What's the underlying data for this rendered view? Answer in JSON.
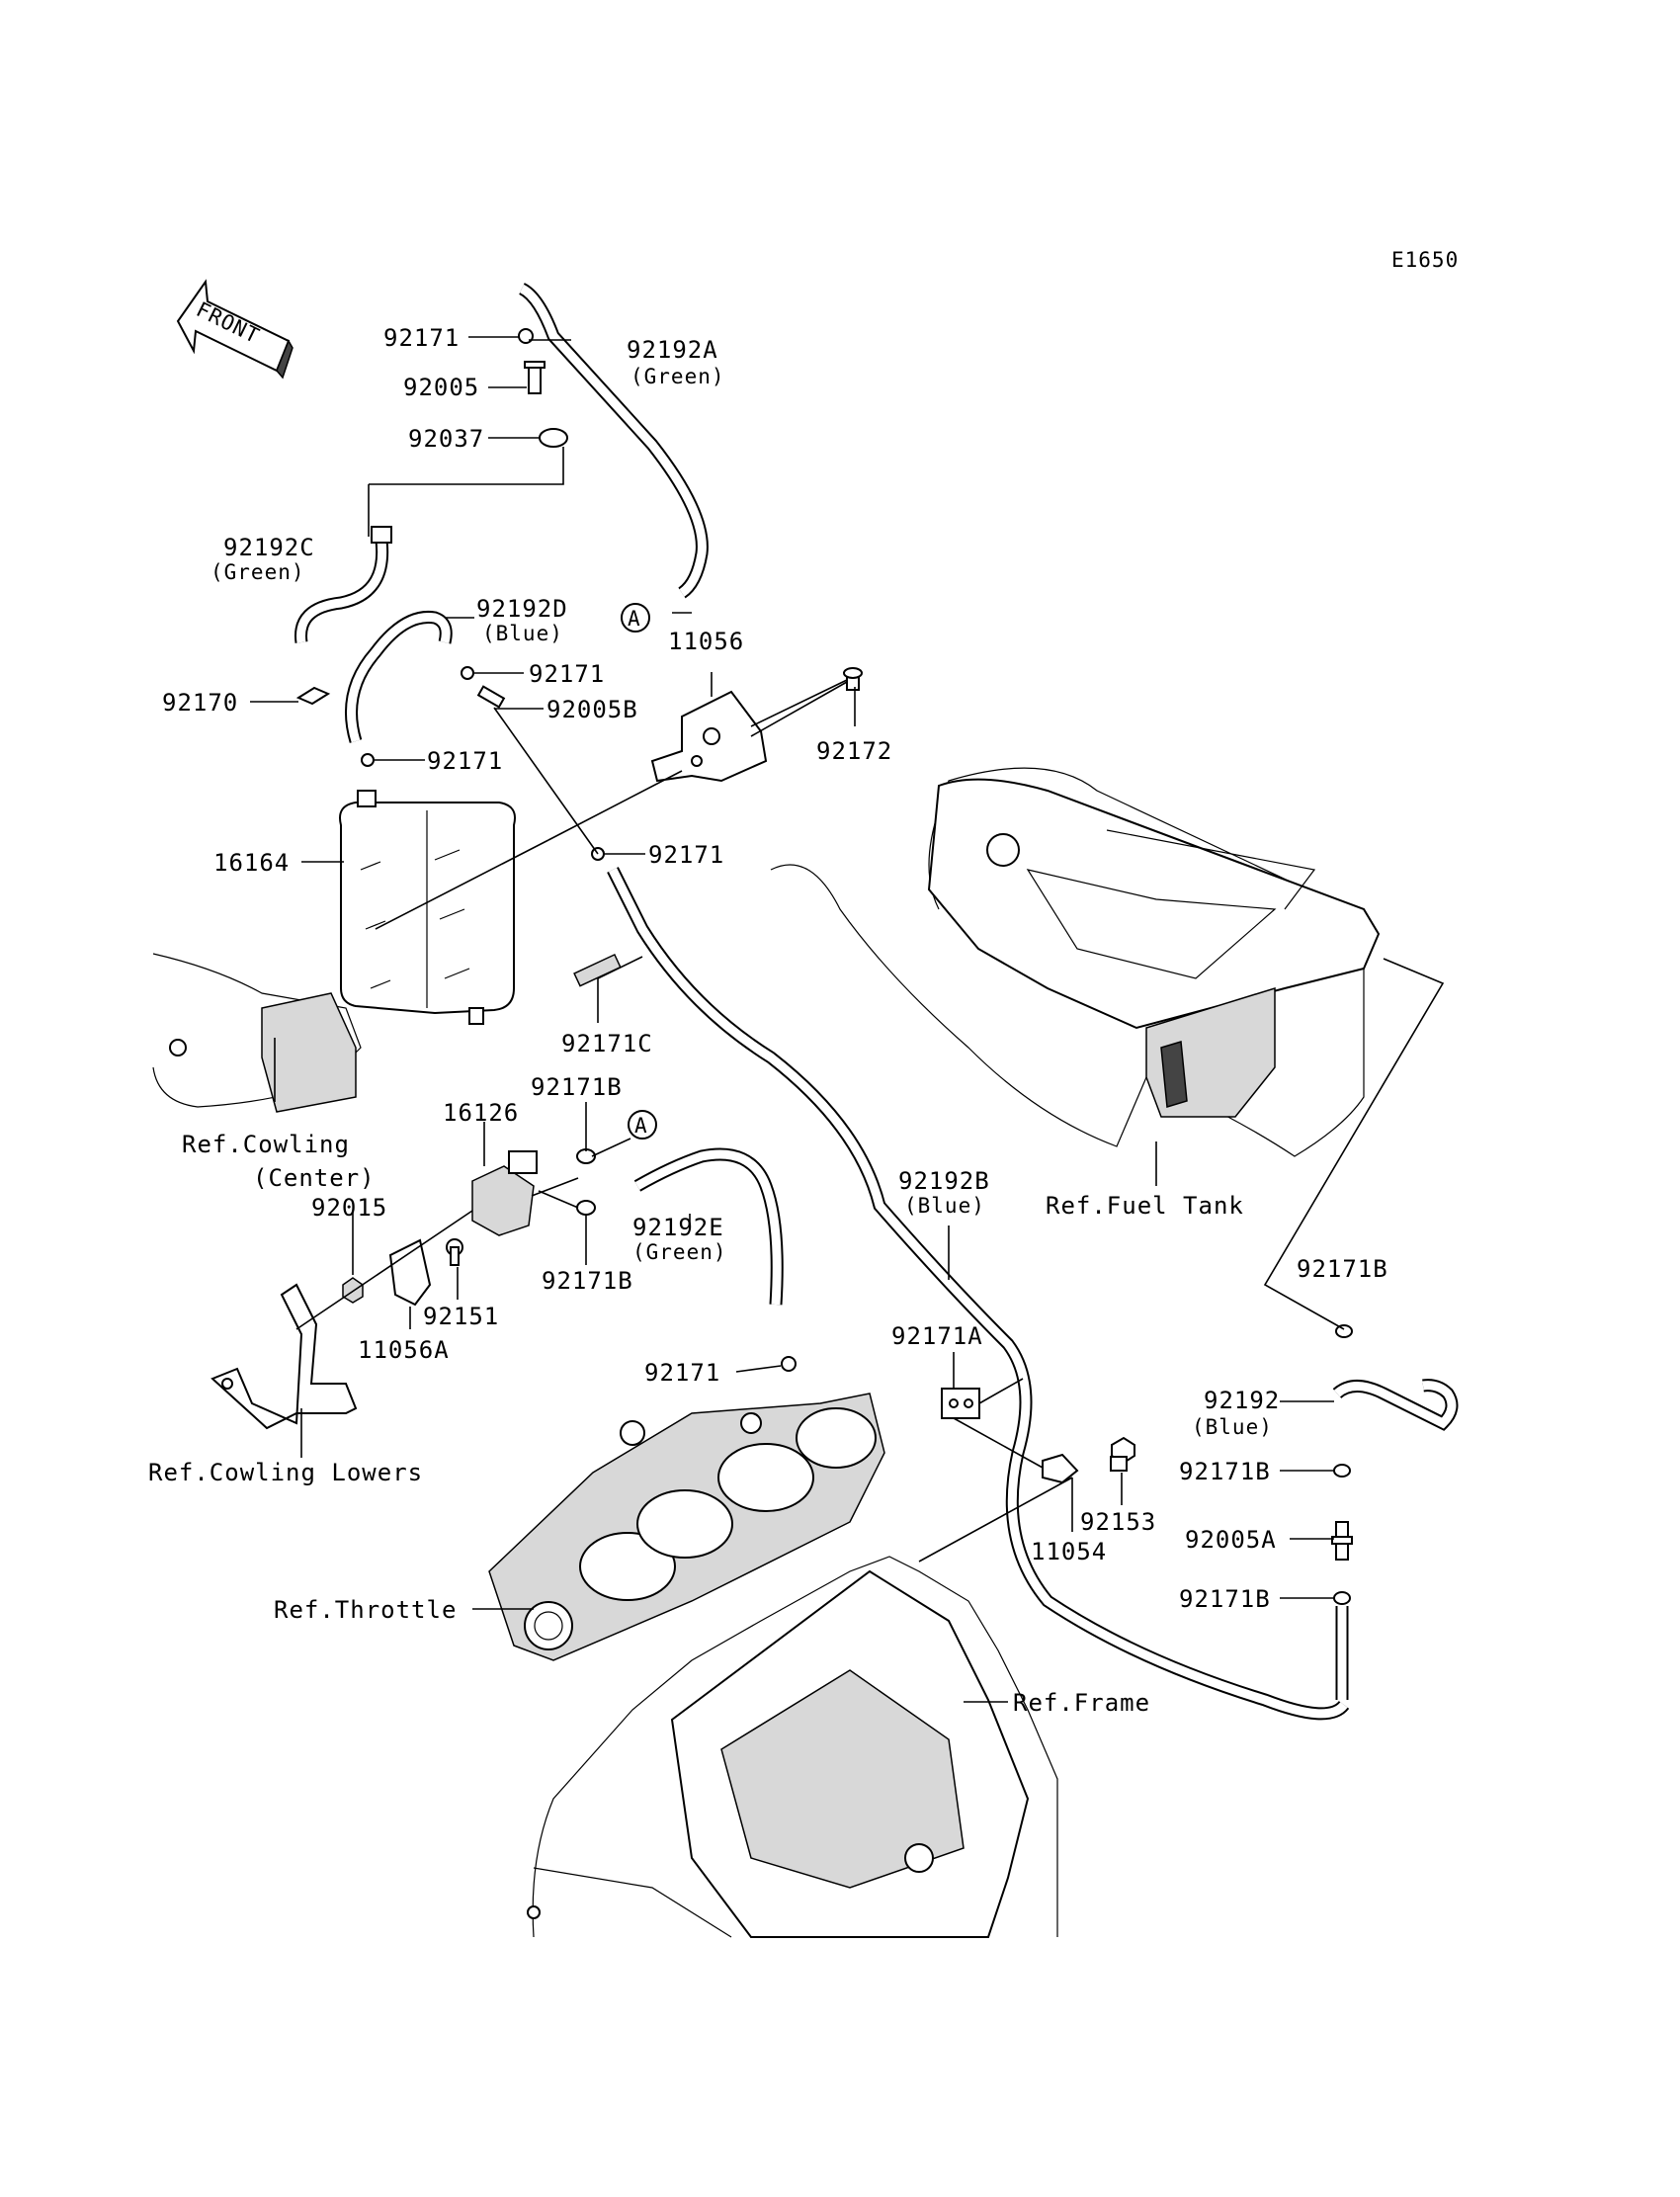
{
  "diagram_code": "E1650",
  "front_label": "FRONT",
  "callout_symbol": "A",
  "labels": {
    "p92171_top": "92171",
    "p92192A": "92192A",
    "p92192A_color": "(Green)",
    "p92005": "92005",
    "p92037": "92037",
    "p92192C": "92192C",
    "p92192C_color": "(Green)",
    "p92192D": "92192D",
    "p92192D_color": "(Blue)",
    "p11056": "11056",
    "p92171_mid": "92171",
    "p92005B": "92005B",
    "p92172": "92172",
    "p92170": "92170",
    "p92171_can": "92171",
    "p92171_hose": "92171",
    "p16164": "16164",
    "p92171C": "92171C",
    "p92171B_valve": "92171B",
    "p16126": "16126",
    "ref_cowling_center_1": "Ref.Cowling",
    "ref_cowling_center_2": "(Center)",
    "p92015": "92015",
    "p92192E": "92192E",
    "p92192E_color": "(Green)",
    "p92171B_lower": "92171B",
    "p92151": "92151",
    "p11056A": "11056A",
    "p92192B": "92192B",
    "p92192B_color": "(Blue)",
    "ref_fuel_tank": "Ref.Fuel Tank",
    "p92171B_right": "92171B",
    "p92171_throttle": "92171",
    "p92171A": "92171A",
    "ref_cowling_lowers": "Ref.Cowling Lowers",
    "p92192": "92192",
    "p92192_color": "(Blue)",
    "p92171B_r2": "92171B",
    "p92153": "92153",
    "p11054": "11054",
    "p92005A": "92005A",
    "p92171B_r3": "92171B",
    "ref_throttle": "Ref.Throttle",
    "ref_frame": "Ref.Frame"
  }
}
